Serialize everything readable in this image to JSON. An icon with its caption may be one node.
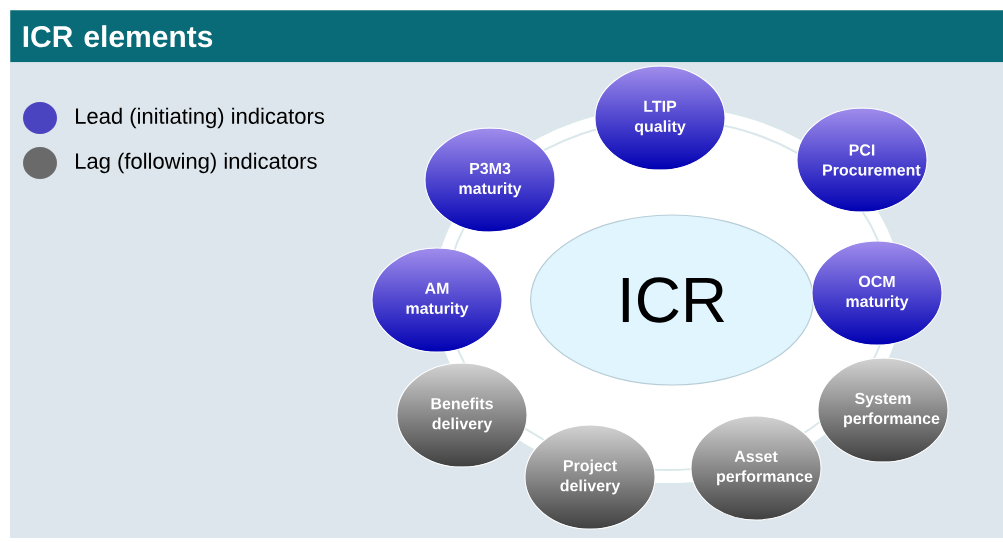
{
  "diagram": {
    "title": "ICR elements",
    "nodes": [
      {
        "text": [
          "ICR"
        ]
      },
      {
        "text": [
          "LTIP quality"
        ]
      },
      {
        "text": [
          "PCI Procurement"
        ]
      },
      {
        "text": [
          "OCM maturity"
        ]
      },
      {
        "text": [
          "System performance"
        ]
      },
      {
        "text": [
          "Asset performance"
        ]
      },
      {
        "text": [
          "Project delivery"
        ]
      },
      {
        "text": [
          "Benefits delivery"
        ]
      },
      {
        "text": [
          "AM maturity"
        ]
      },
      {
        "text": [
          "P3M3 maturity"
        ]
      }
    ],
    "legend": [
      {
        "text": "Lead (initiating) indicators",
        "color": "#4a44c0"
      },
      {
        "text": "Lag (following) indicators",
        "color": "#6a6a6a"
      }
    ]
  }
}
